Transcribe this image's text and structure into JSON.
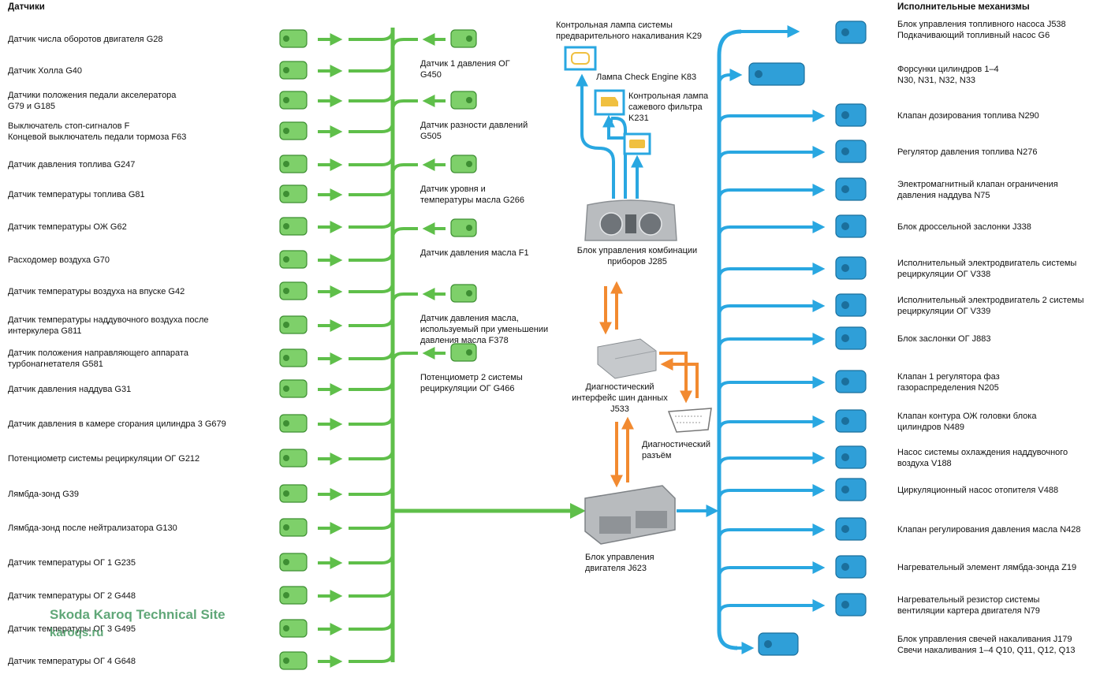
{
  "headers": {
    "sensors": "Датчики",
    "actuators": "Исполнительные механизмы"
  },
  "sensors_left": [
    "Датчик числа оборотов двигателя G28",
    "Датчик Холла G40",
    "Датчики положения педали акселератора\nG79 и G185",
    "Выключатель стоп-сигналов F\nКонцевой выключатель педали тормоза F63",
    "Датчик давления топлива G247",
    "Датчик температуры топлива G81",
    "Датчик температуры ОЖ G62",
    "Расходомер воздуха G70",
    "Датчик температуры воздуха на впуске G42",
    "Датчик температуры наддувочного воздуха после\nинтеркулера G811",
    "Датчик положения направляющего аппарата\nтурбонагнетателя G581",
    "Датчик давления наддува G31",
    "Датчик давления в камере сгорания цилиндра 3 G679",
    "Потенциометр системы рециркуляции ОГ G212",
    "Лямбда-зонд G39",
    "Лямбда-зонд после нейтрализатора G130",
    "Датчик температуры ОГ 1 G235",
    "Датчик температуры ОГ 2 G448",
    "Датчик температуры ОГ 3 G495",
    "Датчик температуры ОГ 4 G648"
  ],
  "sensors_right": [
    "Датчик 1 давления ОГ\nG450",
    "Датчик разности давлений\nG505",
    "Датчик уровня и\nтемпературы масла G266",
    "Датчик давления масла F1",
    "Датчик давления масла,\nиспользуемый при уменьшении\nдавления масла F378",
    "Потенциометр 2 системы\nрециркуляции ОГ G466"
  ],
  "center": {
    "glow_lamp": "Контрольная лампа системы\nпредварительного накаливания K29",
    "check_engine": "Лампа Check Engine K83",
    "soot_lamp": "Контрольная лампа\nсажевого фильтра\nK231",
    "cluster": "Блок управления комбинации\nприборов J285",
    "gateway": "Диагностический\nинтерфейс шин данных\nJ533",
    "diag_connector": "Диагностический\nразъём",
    "ecu": "Блок управления\nдвигателя J623"
  },
  "actuators": [
    "Блок управления топливного насоса J538\nПодкачивающий топливный насос G6",
    "Форсунки цилиндров 1–4\nN30, N31, N32, N33",
    "Клапан дозирования топлива N290",
    "Регулятор давления топлива N276",
    "Электромагнитный клапан ограничения\nдавления наддува N75",
    "Блок дроссельной заслонки J338",
    "Исполнительный электродвигатель системы\nрециркуляции ОГ V338",
    "Исполнительный электродвигатель 2 системы\nрециркуляции ОГ V339",
    "Блок заслонки ОГ J883",
    "Клапан 1 регулятора фаз\nгазораспределения N205",
    "Клапан контура ОЖ головки блока\nцилиндров N489",
    "Насос системы охлаждения наддувочного\nвоздуха V188",
    "Циркуляционный насос отопителя V488",
    "Клапан регулирования давления масла N428",
    "Нагревательный элемент лямбда-зонда Z19",
    "Нагревательный резистор системы\nвентиляции картера двигателя N79",
    "Блок управления свечей накаливания J179\nСвечи накаливания 1–4 Q10, Q11, Q12, Q13"
  ],
  "watermark": {
    "line1": "Skoda Karoq Technical Site",
    "line2": "karoqs.ru"
  },
  "colors": {
    "sensor_green": "#5fbf4a",
    "actuator_blue": "#29a7e1",
    "bus_orange": "#f28a30",
    "component_fill_green": "#7ed06a",
    "component_fill_blue": "#2f9fd8"
  }
}
